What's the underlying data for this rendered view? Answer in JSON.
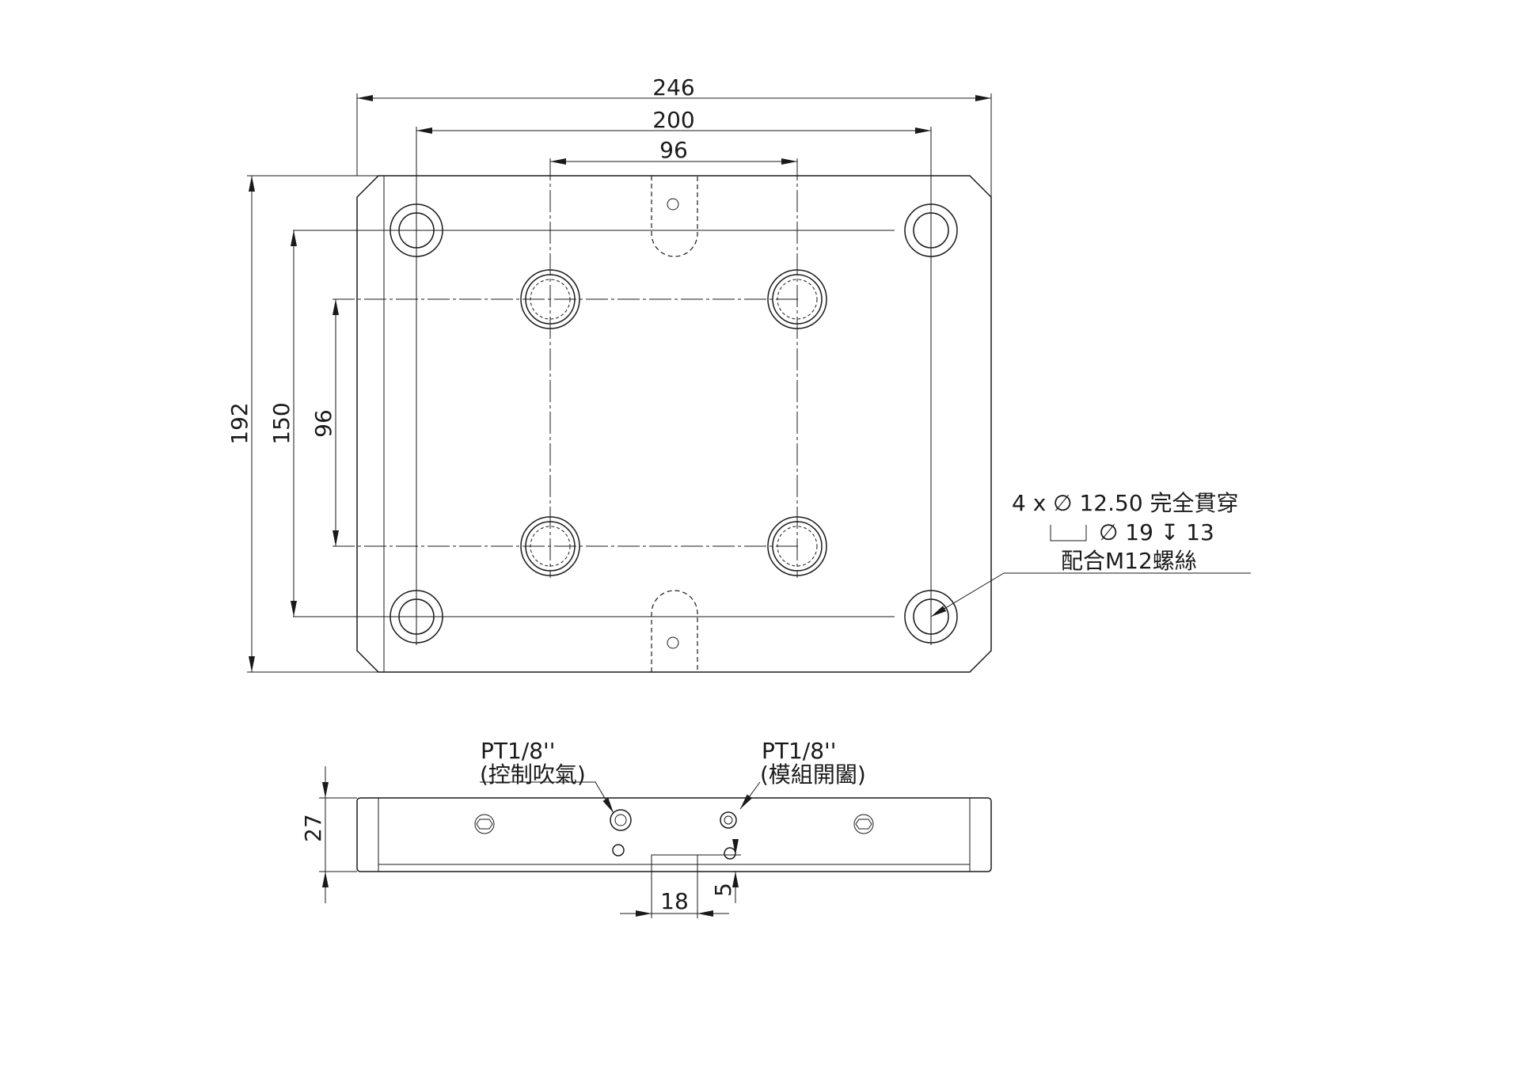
{
  "top_view": {
    "dim_overall_width": "246",
    "dim_outer_hole_spacing": "200",
    "dim_inner_hole_spacing_h": "96",
    "dim_overall_height": "192",
    "dim_outer_hole_spacing_v": "150",
    "dim_inner_hole_spacing_v": "96"
  },
  "hole_note": {
    "line1": "4 x ∅ 12.50 完全貫穿",
    "line2": "∅ 19 ↧ 13",
    "line3": "配合M12螺絲"
  },
  "side_view": {
    "port_left_size": "PT1/8''",
    "port_left_label": "(控制吹氣)",
    "port_right_size": "PT1/8''",
    "port_right_label": "(模組開闔)",
    "dim_thickness": "27",
    "dim_slot_width": "18",
    "dim_slot_depth": "5"
  },
  "colors": {
    "line": "#1a1a1a",
    "background": "#ffffff"
  }
}
